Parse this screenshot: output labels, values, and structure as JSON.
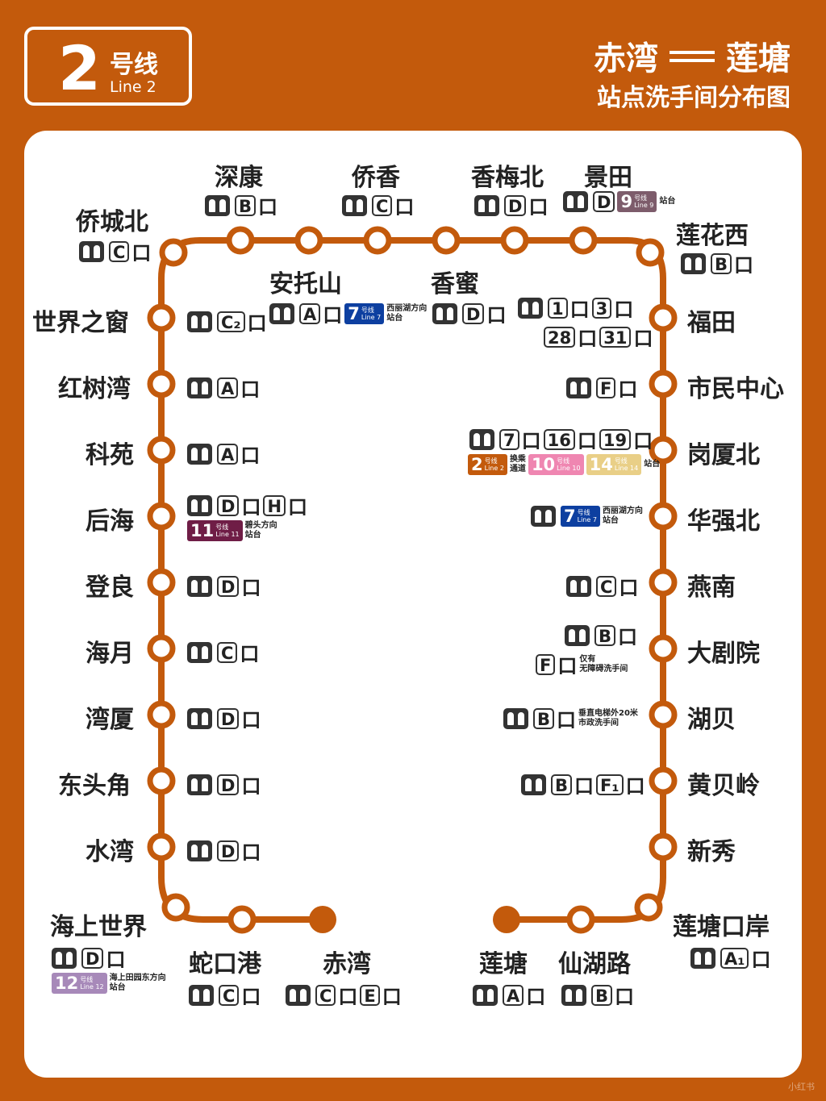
{
  "header": {
    "line_number": "2",
    "line_cn": "号线",
    "line_en": "Line 2",
    "from": "赤湾",
    "to": "莲塘",
    "subtitle": "站点洗手间分布图"
  },
  "colors": {
    "line": "#c35a0c",
    "line7": "#0d3fa0",
    "line9": "#7d5c6b",
    "line10": "#ef86b1",
    "line11": "#6f1d46",
    "line12": "#a789b9",
    "line14": "#e9cf87"
  },
  "common": {
    "kou": "口"
  },
  "stations": [
    {
      "name": "侨城北",
      "exits": [
        "C"
      ]
    },
    {
      "name": "深康",
      "exits": [
        "B"
      ]
    },
    {
      "name": "侨香",
      "exits": [
        "C"
      ]
    },
    {
      "name": "安托山",
      "exits": [
        "A"
      ],
      "transfer": {
        "num": "7",
        "cn": "号线",
        "en": "Line 7",
        "note1": "西丽湖方向",
        "note2": "站台"
      }
    },
    {
      "name": "香蜜",
      "exits": [
        "D"
      ]
    },
    {
      "name": "香梅北",
      "exits": [
        "D"
      ]
    },
    {
      "name": "景田",
      "exits": [
        "D"
      ],
      "transfer": {
        "num": "9",
        "cn": "号线",
        "en": "Line 9",
        "note1": "站台"
      }
    },
    {
      "name": "莲花西",
      "exits": [
        "B"
      ]
    },
    {
      "name": "世界之窗",
      "exits": [
        "C₂"
      ]
    },
    {
      "name": "福田",
      "exits": [
        "1",
        "3",
        "28",
        "31"
      ]
    },
    {
      "name": "红树湾",
      "exits": [
        "A"
      ]
    },
    {
      "name": "市民中心",
      "exits": [
        "F"
      ]
    },
    {
      "name": "科苑",
      "exits": [
        "A"
      ]
    },
    {
      "name": "岗厦北",
      "exits": [
        "7",
        "16",
        "19"
      ],
      "transfers": [
        {
          "num": "2",
          "cn": "号线",
          "en": "Line 2"
        },
        {
          "num": "10",
          "cn": "号线",
          "en": "Line 10"
        },
        {
          "num": "14",
          "cn": "号线",
          "en": "Line 14"
        }
      ],
      "note_mid1": "换乘",
      "note_mid2": "通道",
      "note_end": "站台"
    },
    {
      "name": "后海",
      "exits": [
        "D",
        "H"
      ],
      "transfer": {
        "num": "11",
        "cn": "号线",
        "en": "Line 11",
        "note1": "碧头方向",
        "note2": "站台"
      }
    },
    {
      "name": "华强北",
      "exits": [],
      "transfer": {
        "num": "7",
        "cn": "号线",
        "en": "Line 7",
        "note1": "西丽湖方向",
        "note2": "站台"
      }
    },
    {
      "name": "登良",
      "exits": [
        "D"
      ]
    },
    {
      "name": "燕南",
      "exits": [
        "C"
      ]
    },
    {
      "name": "海月",
      "exits": [
        "C"
      ]
    },
    {
      "name": "大剧院",
      "exits": [
        "B"
      ],
      "extra_exit": "F",
      "note1": "仅有",
      "note2": "无障碍洗手间"
    },
    {
      "name": "湾厦",
      "exits": [
        "D"
      ]
    },
    {
      "name": "湖贝",
      "exits": [
        "B"
      ],
      "note1": "垂直电梯外20米",
      "note2": "市政洗手间"
    },
    {
      "name": "东头角",
      "exits": [
        "D"
      ]
    },
    {
      "name": "黄贝岭",
      "exits": [
        "B",
        "F₁"
      ]
    },
    {
      "name": "水湾",
      "exits": [
        "D"
      ]
    },
    {
      "name": "新秀",
      "exits": []
    },
    {
      "name": "海上世界",
      "exits": [
        "D"
      ],
      "transfer": {
        "num": "12",
        "cn": "号线",
        "en": "Line 12",
        "note1": "海上田园东方向",
        "note2": "站台"
      }
    },
    {
      "name": "莲塘口岸",
      "exits": [
        "A₁"
      ]
    },
    {
      "name": "蛇口港",
      "exits": [
        "C"
      ]
    },
    {
      "name": "赤湾",
      "exits": [
        "C",
        "E"
      ]
    },
    {
      "name": "莲塘",
      "exits": [
        "A"
      ]
    },
    {
      "name": "仙湖路",
      "exits": [
        "B"
      ]
    }
  ],
  "watermark": "小红书"
}
